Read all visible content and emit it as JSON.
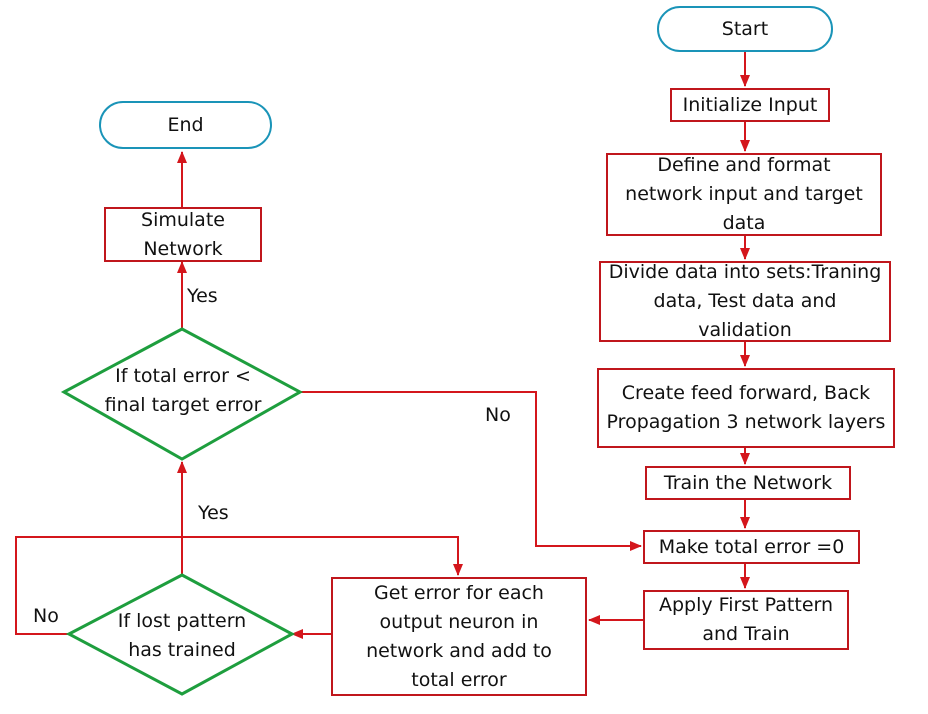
{
  "nodes": {
    "start": "Start",
    "end": "End",
    "initialize": "Initialize Input",
    "define": "Define and format\nnetwork input and target\ndata",
    "divide": "Divide data into sets:Traning\ndata, Test data and\nvalidation",
    "create": "Create feed forward, Back\nPropagation 3 network layers",
    "train": "Train the Network",
    "make_error": "Make total error =0",
    "apply": "Apply First Pattern\nand Train",
    "get_error": "Get error for each\noutput neuron in\nnetwork and add to\ntotal error",
    "decision_pattern": "If  lost pattern\nhas trained",
    "decision_error": "If  total error <\nfinal target error",
    "simulate": "Simulate\nNetwork"
  },
  "edge_labels": {
    "yes_top": "Yes",
    "no_right": "No",
    "yes_bottom": "Yes",
    "no_left": "No"
  },
  "colors": {
    "process_border": "#c0161c",
    "terminal_border": "#1a94b8",
    "decision_border": "#1e9e3e",
    "arrow": "#d4161c"
  }
}
